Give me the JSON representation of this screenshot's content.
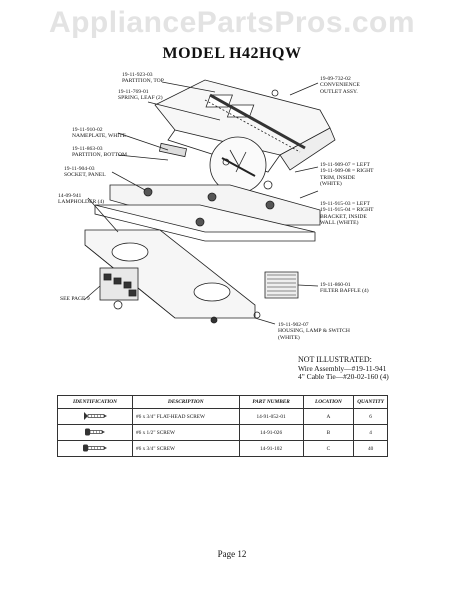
{
  "watermark": "AppliancePartsPros.com",
  "title": "MODEL H42HQW",
  "callouts": [
    {
      "id": "partition-top",
      "lines": [
        "19-11-923-03",
        "PARTITION, TOP"
      ]
    },
    {
      "id": "spring-leaf",
      "lines": [
        "19-11-769-01",
        "SPRING, LEAF (2)"
      ]
    },
    {
      "id": "nameplate",
      "lines": [
        "19-11-910-02",
        "NAMEPLATE, WHITE"
      ]
    },
    {
      "id": "partition-bottom",
      "lines": [
        "19-11-863-03",
        "PARTITION, BOTTOM"
      ]
    },
    {
      "id": "socket-panel",
      "lines": [
        "19-11-904-03",
        "SOCKET, PANEL"
      ]
    },
    {
      "id": "lampholder",
      "lines": [
        "14-09-941",
        "LAMPHOLDER (4)"
      ]
    },
    {
      "id": "see-page",
      "lines": [
        "SEE PAGE 9"
      ]
    },
    {
      "id": "outlet",
      "lines": [
        "19-09-732-02",
        "CONVENIENCE",
        "OUTLET ASSY."
      ]
    },
    {
      "id": "trim",
      "lines": [
        "19-11-909-07 = LEFT",
        "19-11-909-08 = RIGHT",
        "TRIM, INSIDE",
        "(WHITE)"
      ]
    },
    {
      "id": "bracket",
      "lines": [
        "19-11-915-03 = LEFT",
        "19-11-915-04 = RIGHT",
        "BRACKET, INSIDE",
        "WALL (WHITE)"
      ]
    },
    {
      "id": "filter",
      "lines": [
        "19-11-860-01",
        "FILTER BAFFLE (4)"
      ]
    },
    {
      "id": "housing",
      "lines": [
        "19-11-902-07",
        "HOUSING, LAMP & SWITCH",
        "(WHITE)"
      ]
    }
  ],
  "not_illustrated": {
    "heading": "NOT ILLUSTRATED:",
    "items": [
      "Wire Assembly—#19-11-941",
      "4\" Cable Tie—#20-02-160 (4)"
    ]
  },
  "table": {
    "headers": [
      "IDENTIFICATION",
      "DESCRIPTION",
      "PART NUMBER",
      "LOCATION",
      "QUANTITY"
    ],
    "rows": [
      {
        "icon": "flat-head-screw-icon",
        "description": "#6 x 3/4\" FLAT-HEAD SCREW",
        "part": "14-91-052-01",
        "location": "A",
        "quantity": "6"
      },
      {
        "icon": "pan-head-screw-icon",
        "description": "#6 x 1/2\" SCREW",
        "part": "14-91-026",
        "location": "B",
        "quantity": "4"
      },
      {
        "icon": "screw-icon",
        "description": "#6 x 3/4\" SCREW",
        "part": "14-91-102",
        "location": "C",
        "quantity": "40"
      }
    ]
  },
  "page_number": "Page 12"
}
